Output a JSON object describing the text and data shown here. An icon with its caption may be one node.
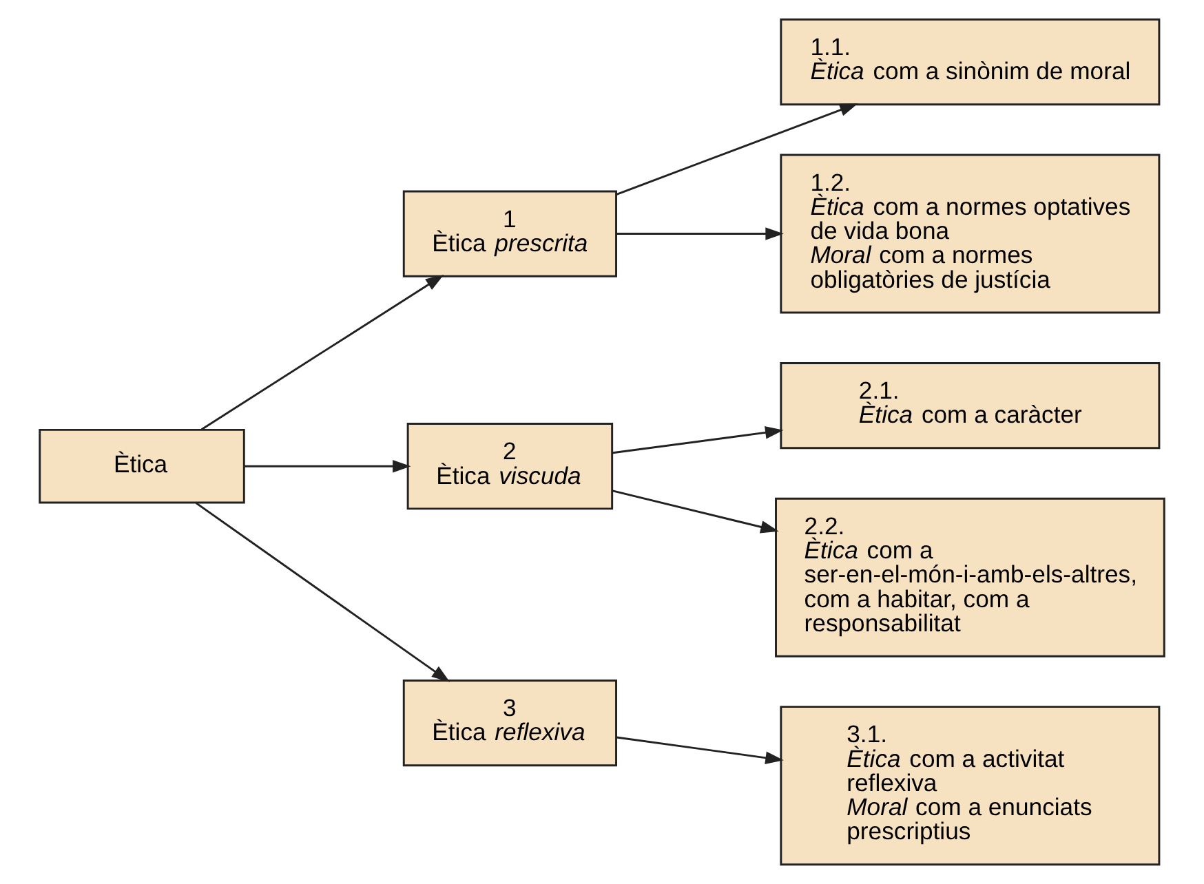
{
  "diagram": {
    "nodes": [
      {
        "text": [
          "Ètica"
        ]
      },
      {
        "text": [
          "1",
          "Ètica *prescrita*"
        ]
      },
      {
        "text": [
          "2",
          "Ètica *viscuda*"
        ]
      },
      {
        "text": [
          "3",
          "Ètica *reflexiva*"
        ]
      },
      {
        "text": [
          "1.1.",
          "*Ètica* com a sinònim de moral"
        ]
      },
      {
        "text": [
          "1.2.",
          "*Ètica* com a normes optatives de vida bona",
          "*Moral* com a normes obligatòries de justícia"
        ]
      },
      {
        "text": [
          "2.1.",
          "*Ètica* com a caràcter"
        ]
      },
      {
        "text": [
          "2.2.",
          "*Ètica* com a ser-en-el-món-i-amb-els-altres, com a habitar, com a responsabilitat"
        ]
      },
      {
        "text": [
          "3.1.",
          "*Ètica* com a activitat reflexiva",
          "*Moral* com a enunciats prescriptius"
        ]
      }
    ],
    "edges": [
      {
        "from": 0,
        "to": 1,
        "arrow": "to"
      },
      {
        "from": 0,
        "to": 2,
        "arrow": "to"
      },
      {
        "from": 0,
        "to": 3,
        "arrow": "to"
      },
      {
        "from": 1,
        "to": 4,
        "arrow": "to"
      },
      {
        "from": 1,
        "to": 5,
        "arrow": "to"
      },
      {
        "from": 2,
        "to": 6,
        "arrow": "to"
      },
      {
        "from": 2,
        "to": 7,
        "arrow": "to"
      },
      {
        "from": 3,
        "to": 8,
        "arrow": "to"
      }
    ]
  }
}
